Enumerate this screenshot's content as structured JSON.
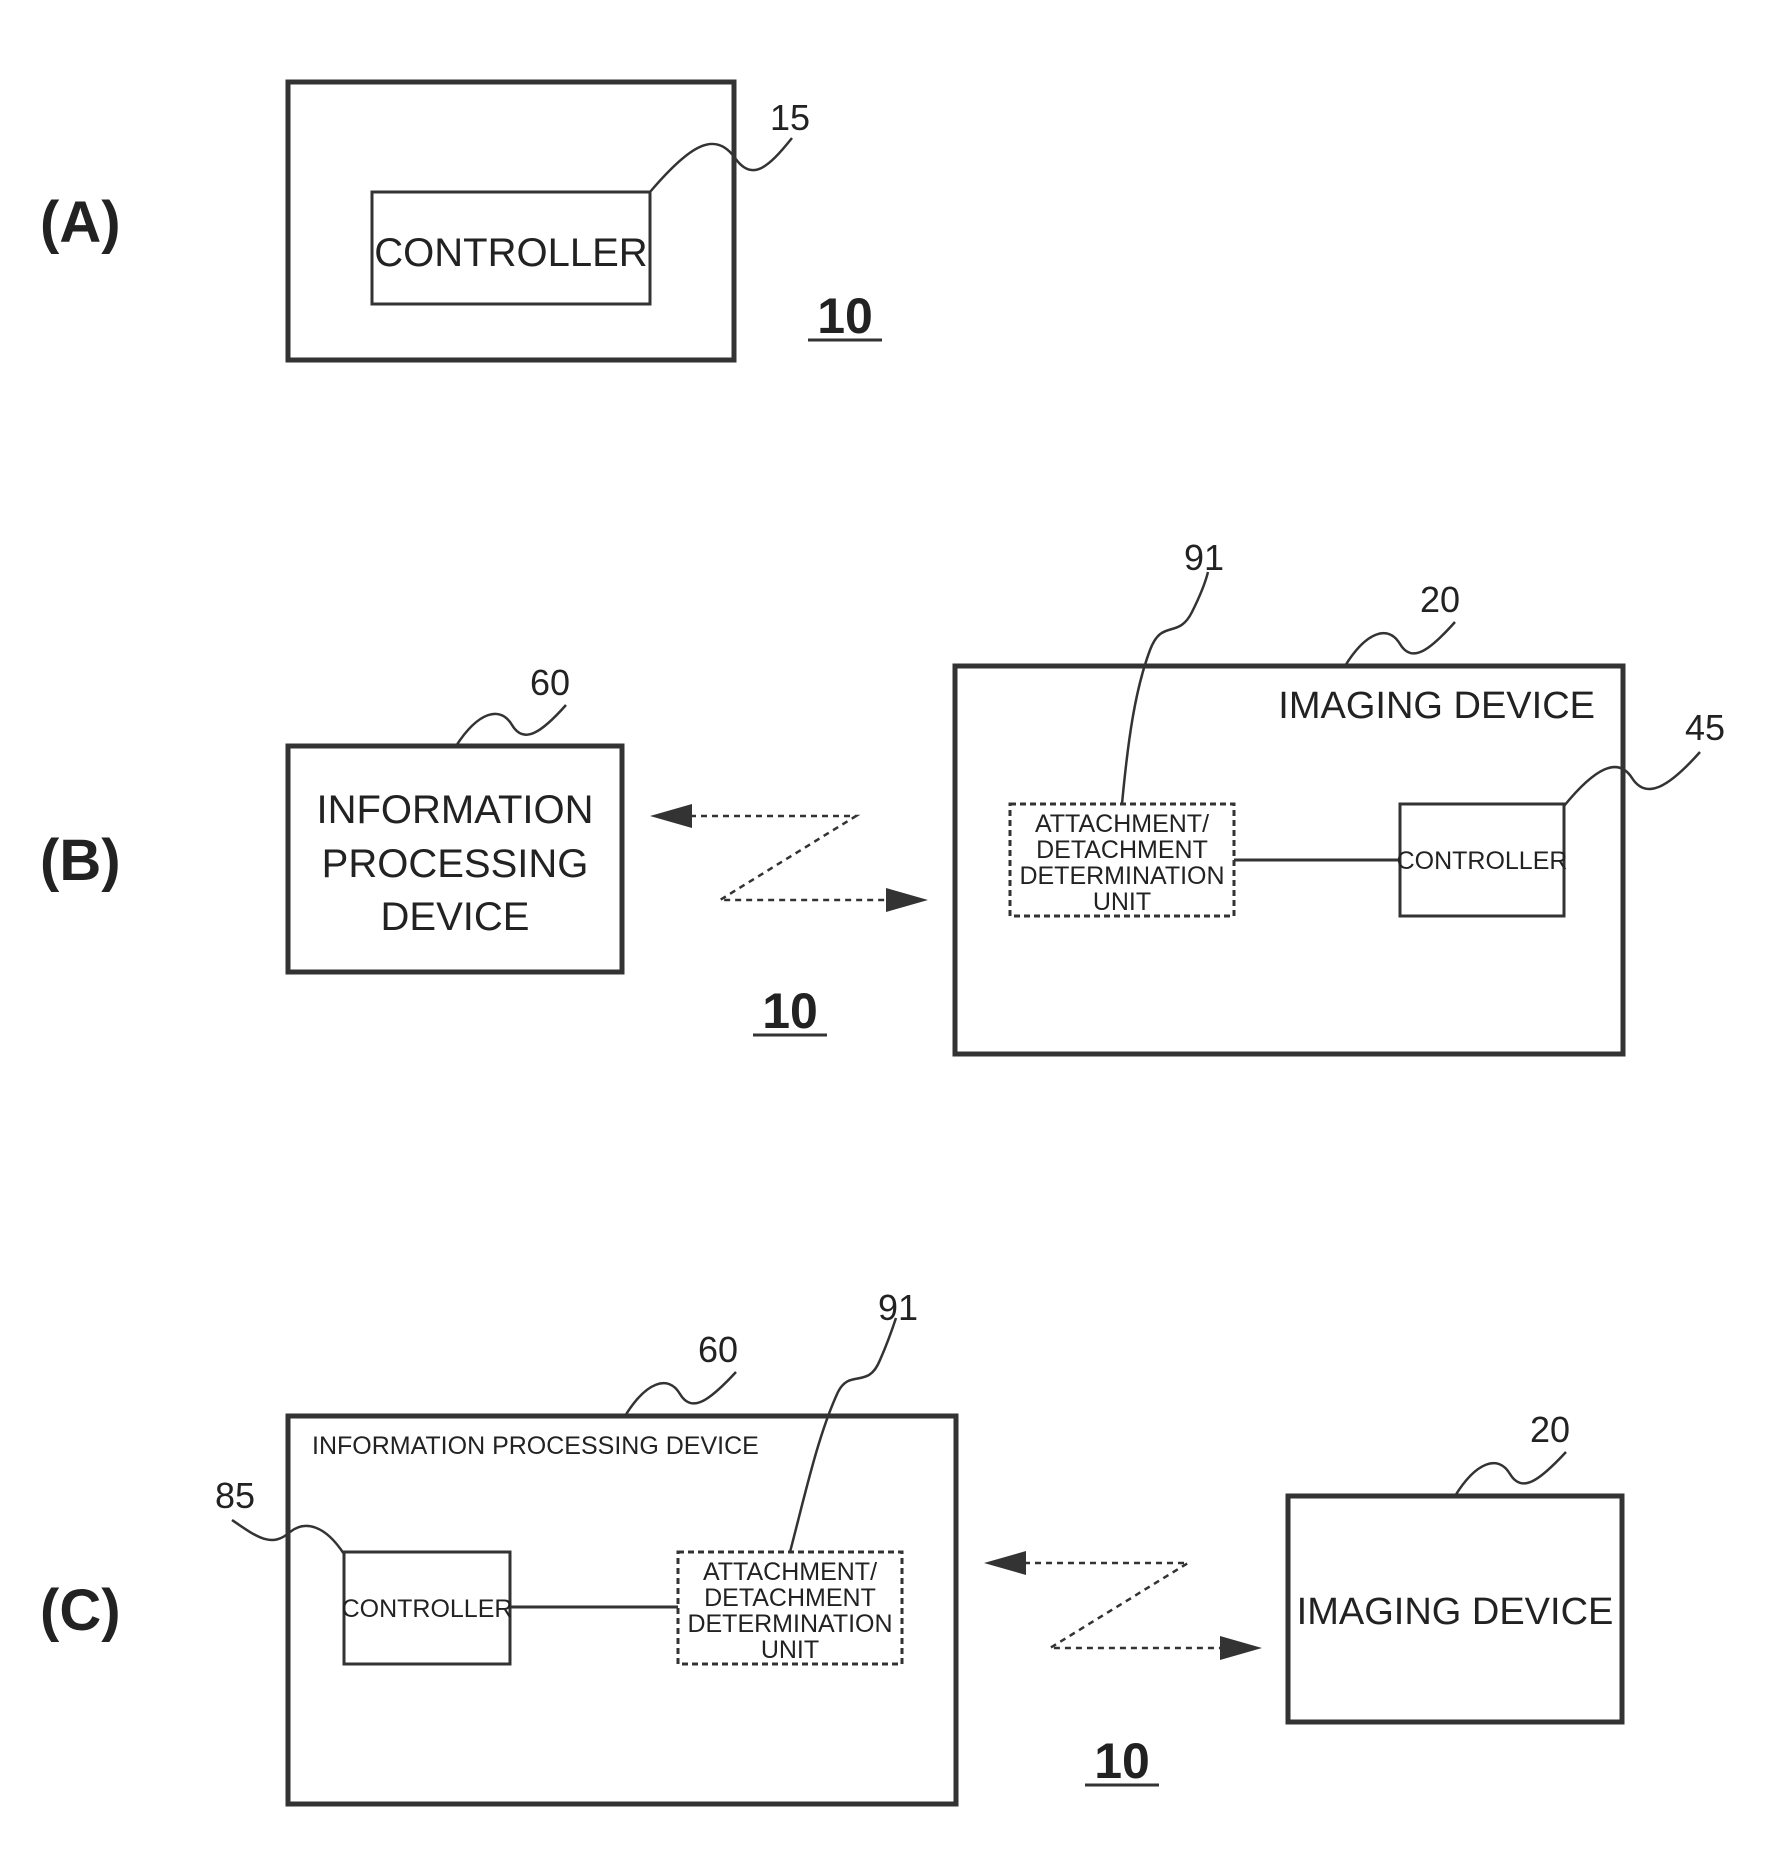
{
  "panels": {
    "a": {
      "label": "(A)",
      "controller": "CONTROLLER",
      "controller_ref": "15",
      "system_ref": "10"
    },
    "b": {
      "label": "(B)",
      "info_device": [
        "INFORMATION",
        "PROCESSING",
        "DEVICE"
      ],
      "info_device_ref": "60",
      "imaging_device": "IMAGING DEVICE",
      "imaging_device_ref": "20",
      "attach_unit": [
        "ATTACHMENT/",
        "DETACHMENT",
        "DETERMINATION",
        "UNIT"
      ],
      "attach_unit_ref": "91",
      "controller": "CONTROLLER",
      "controller_ref": "45",
      "system_ref": "10"
    },
    "c": {
      "label": "(C)",
      "info_device": "INFORMATION PROCESSING DEVICE",
      "info_device_ref": "60",
      "controller": "CONTROLLER",
      "controller_ref": "85",
      "attach_unit": [
        "ATTACHMENT/",
        "DETACHMENT",
        "DETERMINATION",
        "UNIT"
      ],
      "attach_unit_ref": "91",
      "imaging_device": "IMAGING DEVICE",
      "imaging_device_ref": "20",
      "system_ref": "10"
    }
  }
}
